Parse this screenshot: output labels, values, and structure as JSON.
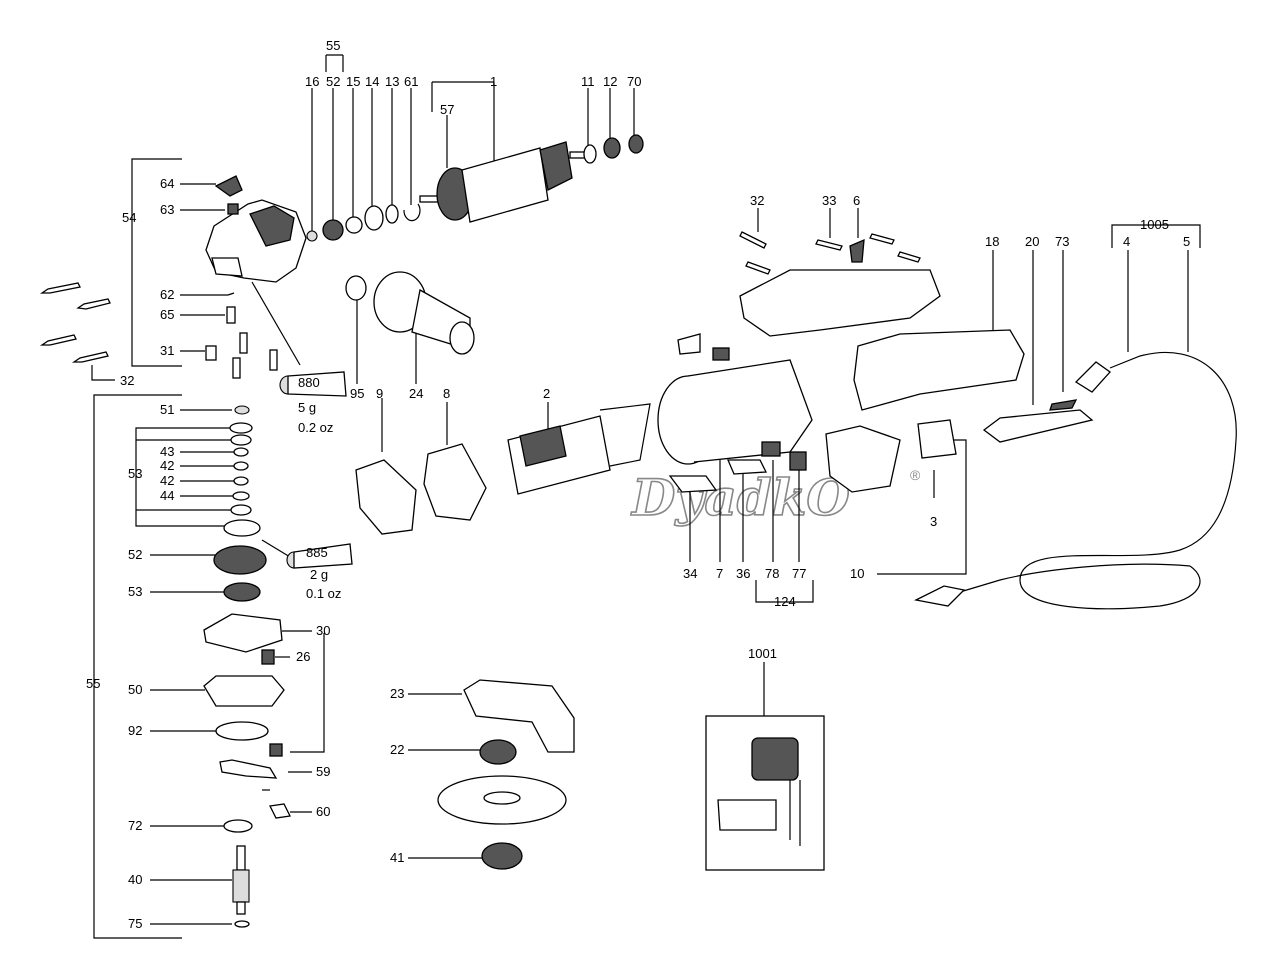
{
  "watermark": {
    "text": "DyadkO",
    "mark": "®"
  },
  "labels": {
    "l55top": "55",
    "l16": "16",
    "l52": "52",
    "l15": "15",
    "l14": "14",
    "l13": "13",
    "l61": "61",
    "l1": "1",
    "l57": "57",
    "l11": "11",
    "l12": "12",
    "l70": "70",
    "l54": "54",
    "l64": "64",
    "l63": "63",
    "l62": "62",
    "l65": "65",
    "l31": "31",
    "l32a": "32",
    "l880": "880",
    "l880w": "5 g",
    "l880oz": "0.2 oz",
    "l95": "95",
    "l9": "9",
    "l24": "24",
    "l8": "8",
    "l2": "2",
    "l32b": "32",
    "l33": "33",
    "l6": "6",
    "l18": "18",
    "l20": "20",
    "l73": "73",
    "l1005": "1005",
    "l4": "4",
    "l5": "5",
    "l34": "34",
    "l7": "7",
    "l36": "36",
    "l78": "78",
    "l77": "77",
    "l124": "124",
    "l10": "10",
    "l3": "3",
    "l55left": "55",
    "l51": "51",
    "l53a": "53",
    "l43": "43",
    "l42a": "42",
    "l42b": "42",
    "l44": "44",
    "l52b": "52",
    "l885": "885",
    "l885w": "2 g",
    "l885oz": "0.1 oz",
    "l53b": "53",
    "l30": "30",
    "l26": "26",
    "l50": "50",
    "l92": "92",
    "l59": "59",
    "l72": "72",
    "l60": "60",
    "l40": "40",
    "l75": "75",
    "l23": "23",
    "l22": "22",
    "l41": "41",
    "l1001": "1001"
  },
  "icons": [
    "bolt-icon",
    "grub-screw-icon",
    "gear-icon",
    "bearing-icon",
    "washer-icon",
    "circlip-icon",
    "armature-icon",
    "gear-head-icon",
    "side-handle-icon",
    "grease-tube-icon",
    "stator-icon",
    "guard-icon",
    "wheel-flange-icon",
    "grinding-disc-icon",
    "spindle-icon",
    "switch-icon",
    "power-cord-icon",
    "plug-icon",
    "housing-icon",
    "motor-housing-icon",
    "handle-icon",
    "lever-icon",
    "brush-holder-icon",
    "wiring-diagram-icon"
  ]
}
